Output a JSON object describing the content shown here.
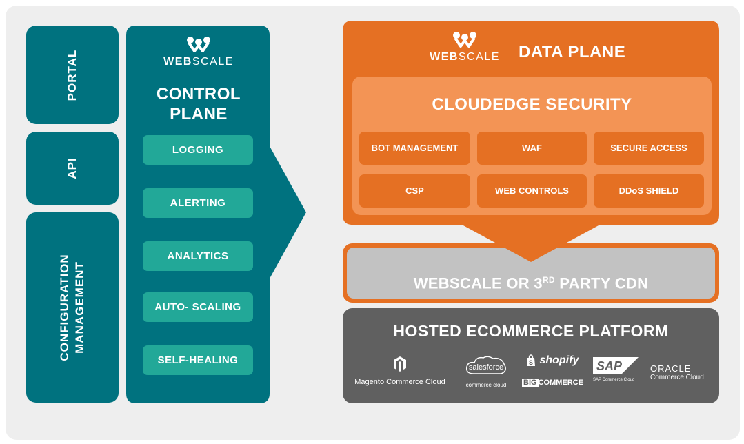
{
  "left_column": {
    "portal_label": "PORTAL",
    "api_label": "API",
    "config_line1": "CONFIGURATION",
    "config_line2": "MANAGEMENT"
  },
  "control_plane": {
    "logo_bold": "WEB",
    "logo_light": "SCALE",
    "title_line1": "CONTROL",
    "title_line2": "PLANE",
    "items": [
      "LOGGING",
      "ALERTING",
      "ANALYTICS",
      "AUTO- SCALING",
      "SELF-HEALING"
    ]
  },
  "data_plane": {
    "logo_bold": "WEB",
    "logo_light": "SCALE",
    "title": "DATA PLANE",
    "security_title": "CLOUDEDGE SECURITY",
    "cells": [
      "BOT MANAGEMENT",
      "WAF",
      "SECURE ACCESS",
      "CSP",
      "WEB CONTROLS",
      "DDoS SHIELD"
    ]
  },
  "cdn": {
    "label_pre": "WEBSCALE OR 3",
    "label_sup": "RD",
    "label_post": " PARTY CDN"
  },
  "hosted": {
    "title": "HOSTED ECOMMERCE PLATFORM",
    "magento": "Magento Commerce Cloud",
    "salesforce": "salesforce",
    "salesforce_sub": "commerce cloud",
    "shopify": "shopify",
    "bigcommerce_big": "BIG",
    "bigcommerce_rest": "COMMERCE",
    "sap": "SAP",
    "sap_sub": "SAP Commerce Cloud",
    "oracle": "ORACLE",
    "oracle_sub": "Commerce Cloud"
  },
  "colors": {
    "teal": "#00727f",
    "teal_light": "#22a898",
    "orange": "#e57023",
    "orange_light": "#f39455",
    "gray": "#606060",
    "cdn_gray": "#c2c2c2"
  }
}
